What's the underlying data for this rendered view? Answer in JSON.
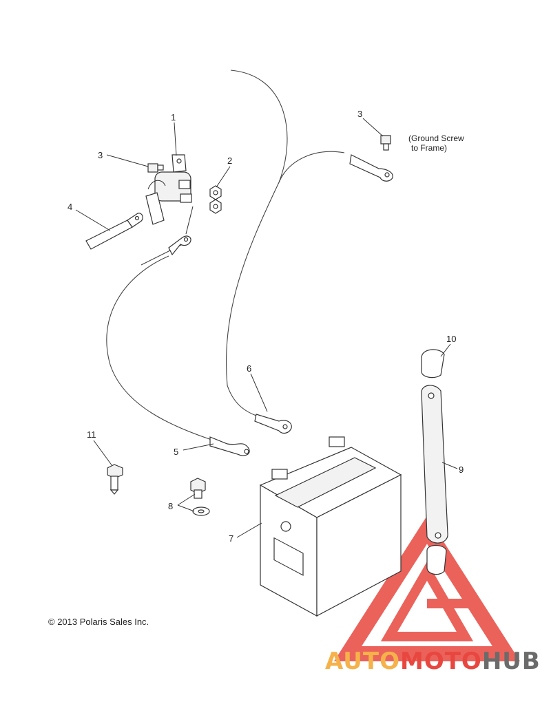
{
  "callouts": {
    "c1": "1",
    "c2": "2",
    "c3a": "3",
    "c3b": "3",
    "c4": "4",
    "c5": "5",
    "c6": "6",
    "c7": "7",
    "c8": "8",
    "c9": "9",
    "c10": "10",
    "c11": "11"
  },
  "ground_note": {
    "line1": "(Ground Screw",
    "line2": "to Frame)"
  },
  "copyright": "© 2013 Polaris Sales Inc.",
  "watermark": {
    "part1": "AUTO",
    "part2": "MOTO",
    "part3": "HUB",
    "colors": {
      "orange": "#f5b24a",
      "red": "#e8473f",
      "gray": "#6b6b6b"
    }
  }
}
